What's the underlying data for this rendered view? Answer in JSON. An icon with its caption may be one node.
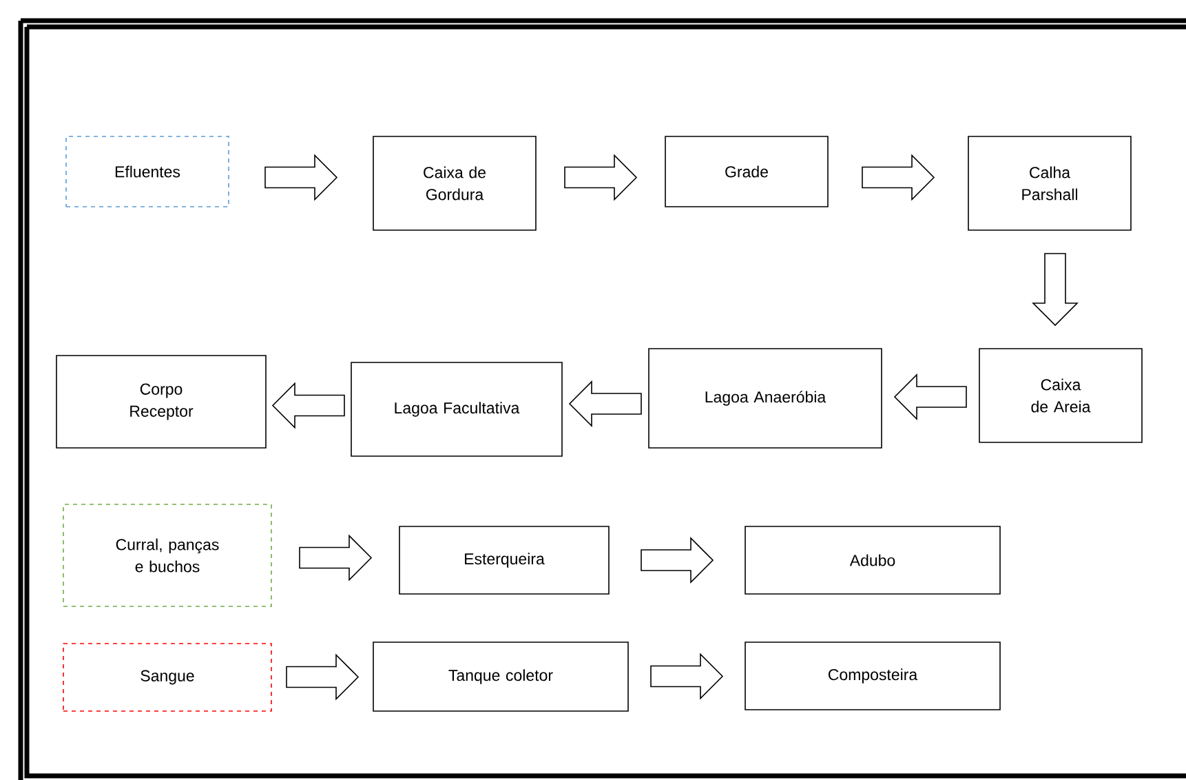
{
  "diagram": {
    "nodes": [
      {
        "text": [
          "Efluentes"
        ]
      },
      {
        "text": [
          "Caixa de Gordura"
        ]
      },
      {
        "text": [
          "Grade"
        ]
      },
      {
        "text": [
          "Calha Parshall"
        ]
      },
      {
        "text": [
          "Caixa de Areia"
        ]
      },
      {
        "text": [
          "Lagoa Anaeróbia"
        ]
      },
      {
        "text": [
          "Lagoa Facultativa"
        ]
      },
      {
        "text": [
          "Corpo Receptor"
        ]
      },
      {
        "text": [
          "Curral, panças e buchos"
        ]
      },
      {
        "text": [
          "Esterqueira"
        ]
      },
      {
        "text": [
          "Adubo"
        ]
      },
      {
        "text": [
          "Sangue"
        ]
      },
      {
        "text": [
          "Tanque coletor"
        ]
      },
      {
        "text": [
          "Composteira"
        ]
      }
    ],
    "edges": [
      {
        "from": 0,
        "to": 1,
        "arrow": "to"
      },
      {
        "from": 1,
        "to": 2,
        "arrow": "to"
      },
      {
        "from": 2,
        "to": 3,
        "arrow": "to"
      },
      {
        "from": 3,
        "to": 4,
        "arrow": "to"
      },
      {
        "from": 4,
        "to": 5,
        "arrow": "to"
      },
      {
        "from": 5,
        "to": 6,
        "arrow": "to"
      },
      {
        "from": 6,
        "to": 7,
        "arrow": "to"
      },
      {
        "from": 8,
        "to": 9,
        "arrow": "to"
      },
      {
        "from": 9,
        "to": 10,
        "arrow": "to"
      },
      {
        "from": 11,
        "to": 12,
        "arrow": "to"
      },
      {
        "from": 12,
        "to": 13,
        "arrow": "to"
      }
    ]
  }
}
